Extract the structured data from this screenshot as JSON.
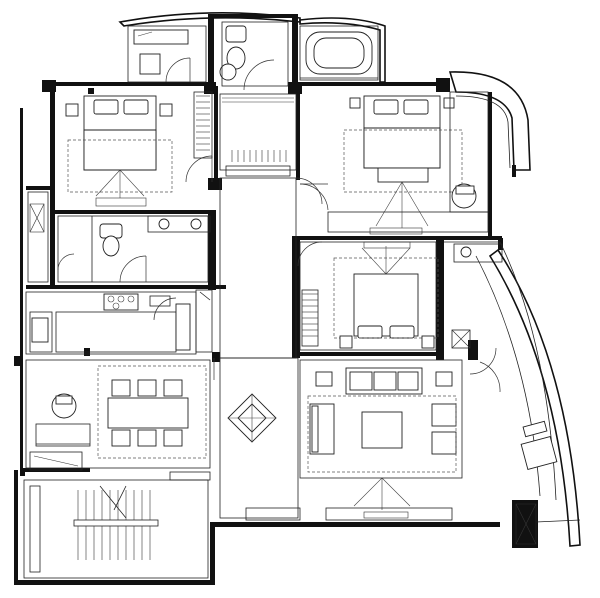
{
  "diagram": {
    "kind": "architectural-floor-plan",
    "rooms": [
      {
        "id": "bedroom-west"
      },
      {
        "id": "bedroom-master"
      },
      {
        "id": "bedroom-middle"
      },
      {
        "id": "study-north"
      },
      {
        "id": "toilet-north"
      },
      {
        "id": "bathroom-tub"
      },
      {
        "id": "walk-in-closet"
      },
      {
        "id": "bathroom-west"
      },
      {
        "id": "kitchen"
      },
      {
        "id": "dining-room"
      },
      {
        "id": "living-room"
      },
      {
        "id": "foyer"
      },
      {
        "id": "balcony-east"
      },
      {
        "id": "balcony-northeast"
      },
      {
        "id": "stairwell"
      }
    ],
    "furniture": [
      "bed",
      "bed",
      "bed",
      "dining-table",
      "chair",
      "chair",
      "chair",
      "chair",
      "chair",
      "chair",
      "sofa",
      "armchair",
      "coffee-table",
      "bathtub",
      "toilet",
      "toilet",
      "desk",
      "stove",
      "sink",
      "lounge-chair"
    ]
  }
}
